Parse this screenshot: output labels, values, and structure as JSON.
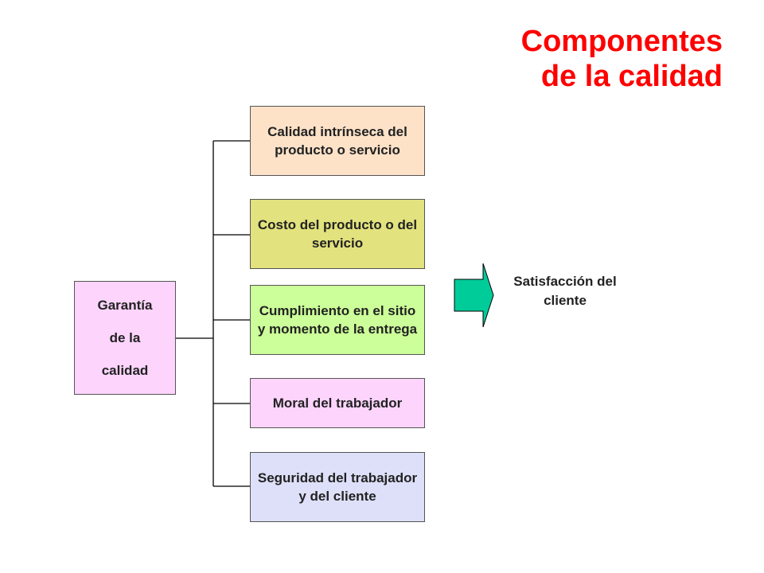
{
  "title": {
    "line1": "Componentes",
    "line2": "de la calidad"
  },
  "root": {
    "line1": "Garantía",
    "line2": "de la",
    "line3": "calidad"
  },
  "components": [
    "Calidad intrínseca del producto o servicio",
    "Costo  del producto o del servicio",
    "Cumplimiento en el sitio y momento de la entrega",
    "Moral del trabajador",
    "Seguridad del trabajador y del cliente"
  ],
  "result": "Satisfacción del cliente",
  "colors": {
    "title": "#ff0000",
    "root": "#fcd4fc",
    "component_1": "#fde2c8",
    "component_2": "#e2e27e",
    "component_3": "#ccff99",
    "component_4": "#fcd4fc",
    "component_5": "#dde0f8",
    "arrow": "#00cc99"
  }
}
